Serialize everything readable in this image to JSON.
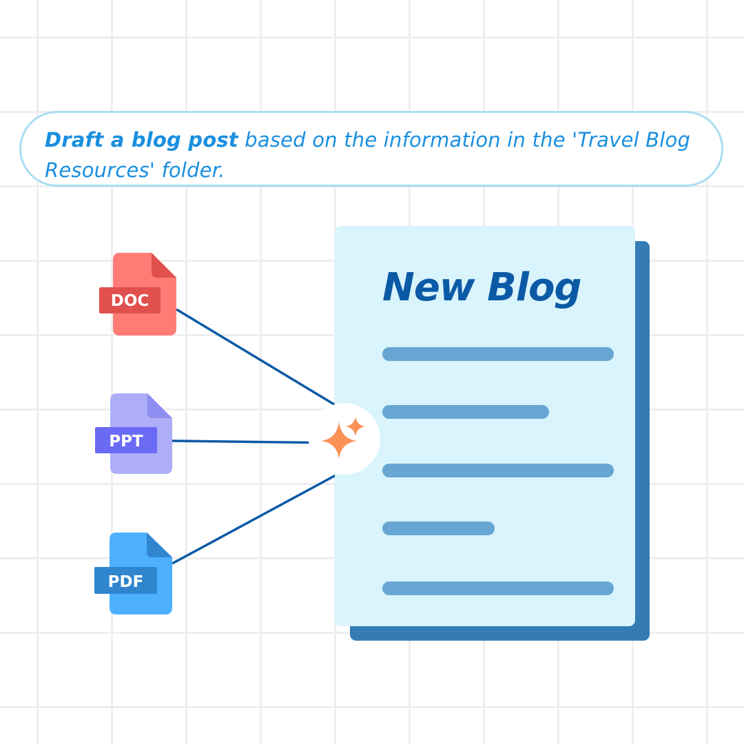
{
  "prompt": {
    "bold": "Draft a blog post",
    "rest": " based on the information in the 'Travel Blog Resources' folder."
  },
  "files": [
    {
      "label": "DOC",
      "icon": "doc-file-icon"
    },
    {
      "label": "PPT",
      "icon": "ppt-file-icon"
    },
    {
      "label": "PDF",
      "icon": "pdf-file-icon"
    }
  ],
  "hub": {
    "icon": "sparkle-icon"
  },
  "document": {
    "title": "New Blog"
  },
  "colors": {
    "prompt_text": "#1a8fe0",
    "prompt_border": "#a9def0",
    "connector": "#0c5aa6",
    "doc_page": "#d9f4fc",
    "doc_shadow": "#357cb5",
    "doc_lines": "#67a6d2",
    "doc_title": "#0c5aa6",
    "sparkle": "#fa9256",
    "doc_file": "#ff7b76",
    "ppt_file": "#aeaef8",
    "pdf_file": "#4db0ff"
  }
}
